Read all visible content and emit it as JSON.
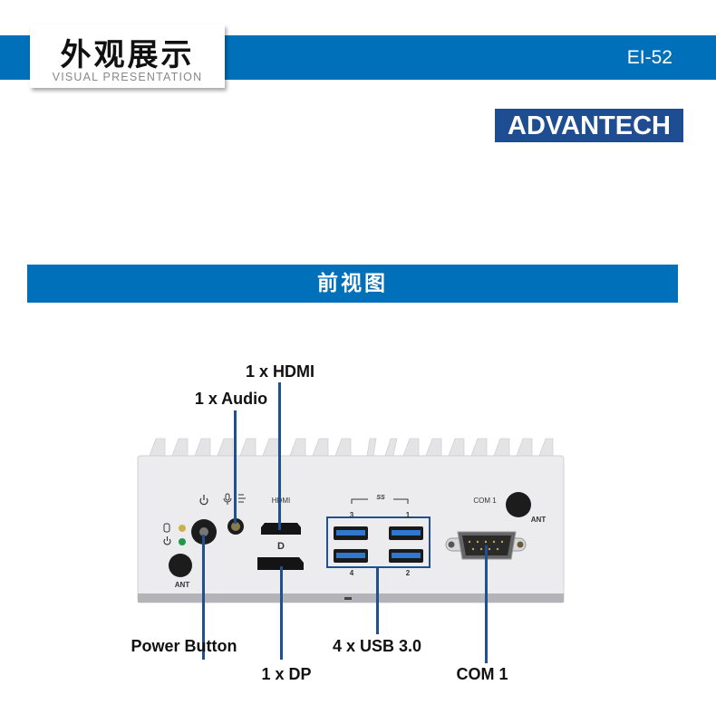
{
  "header": {
    "title_cn": "外观展示",
    "title_en": "VISUAL PRESENTATION",
    "model": "EI-52",
    "logo": "ADVANTECH"
  },
  "section": {
    "title": "前视图"
  },
  "callouts": {
    "hdmi": "1 x HDMI",
    "audio": "1 x Audio",
    "power": "Power Button",
    "dp": "1 x DP",
    "usb": "4 x USB 3.0",
    "com": "COM 1"
  },
  "device": {
    "hdmi_label": "HDMI",
    "com_label": "COM 1",
    "ant_label": "ANT",
    "usb_ports": [
      "3",
      "1",
      "4",
      "2"
    ],
    "usb_logo": "SS",
    "dp_logo": "D"
  },
  "colors": {
    "banner": "#0070bb",
    "logo_bg": "#1f4d91",
    "callout_line": "#1f5090"
  }
}
